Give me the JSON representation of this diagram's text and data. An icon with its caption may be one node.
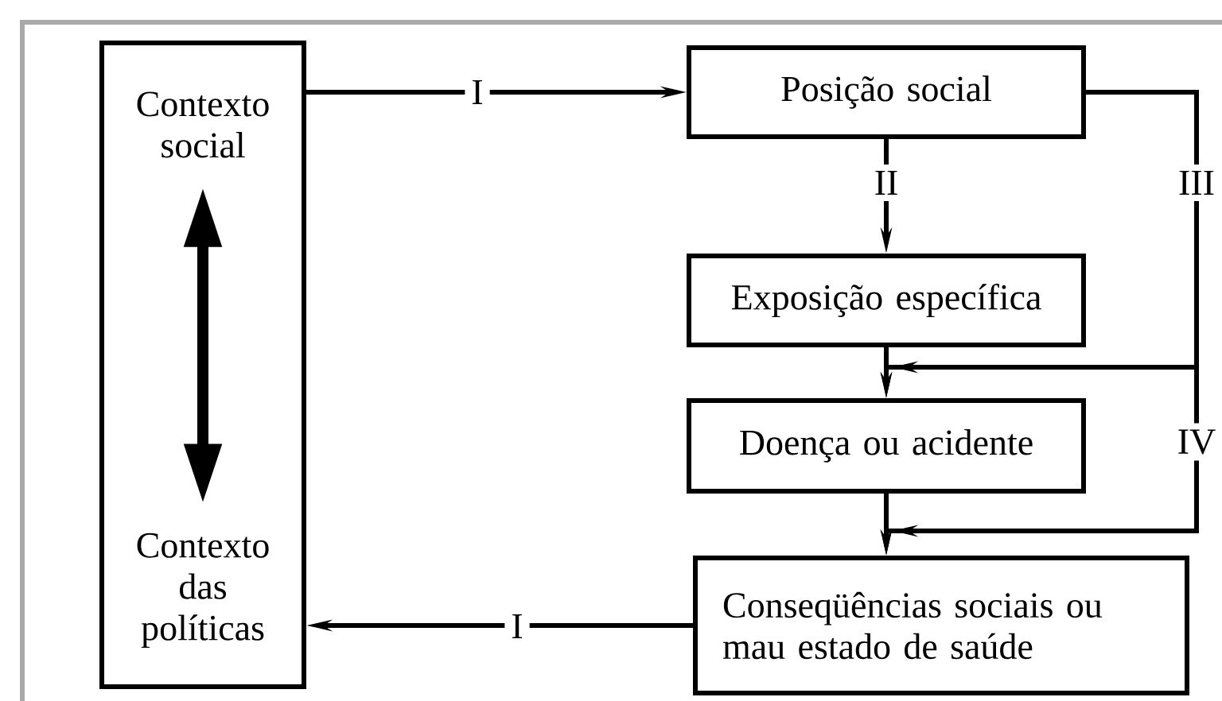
{
  "diagram": {
    "nodes": [
      {
        "text": [],
        "shape": "box"
      },
      {
        "text": [
          "Contexto social"
        ],
        "in": 0
      },
      {
        "text": [
          "Contexto das políticas"
        ],
        "in": 0
      },
      {
        "text": [
          "Posição social"
        ]
      },
      {
        "text": [
          "Exposição específica"
        ]
      },
      {
        "text": [
          "Doença ou acidente"
        ]
      },
      {
        "text": [
          "Conseqüências sociais ou mau estado de saúde"
        ]
      }
    ],
    "edges": [
      {
        "from": 0,
        "to": 3,
        "arrow": "to",
        "label": "I"
      },
      {
        "from": 3,
        "to": 4,
        "arrow": "to",
        "label": "II"
      },
      {
        "from": 3,
        "to": 5,
        "arrow": "to",
        "label": "III"
      },
      {
        "from": 3,
        "to": 6,
        "arrow": "to",
        "label": "IV"
      },
      {
        "from": 4,
        "to": 5,
        "arrow": "to"
      },
      {
        "from": 5,
        "to": 6,
        "arrow": "to"
      },
      {
        "from": 6,
        "to": 0,
        "arrow": "to",
        "label": "I"
      },
      {
        "from": 1,
        "to": 2,
        "arrow": "both",
        "style": "thick"
      }
    ]
  }
}
